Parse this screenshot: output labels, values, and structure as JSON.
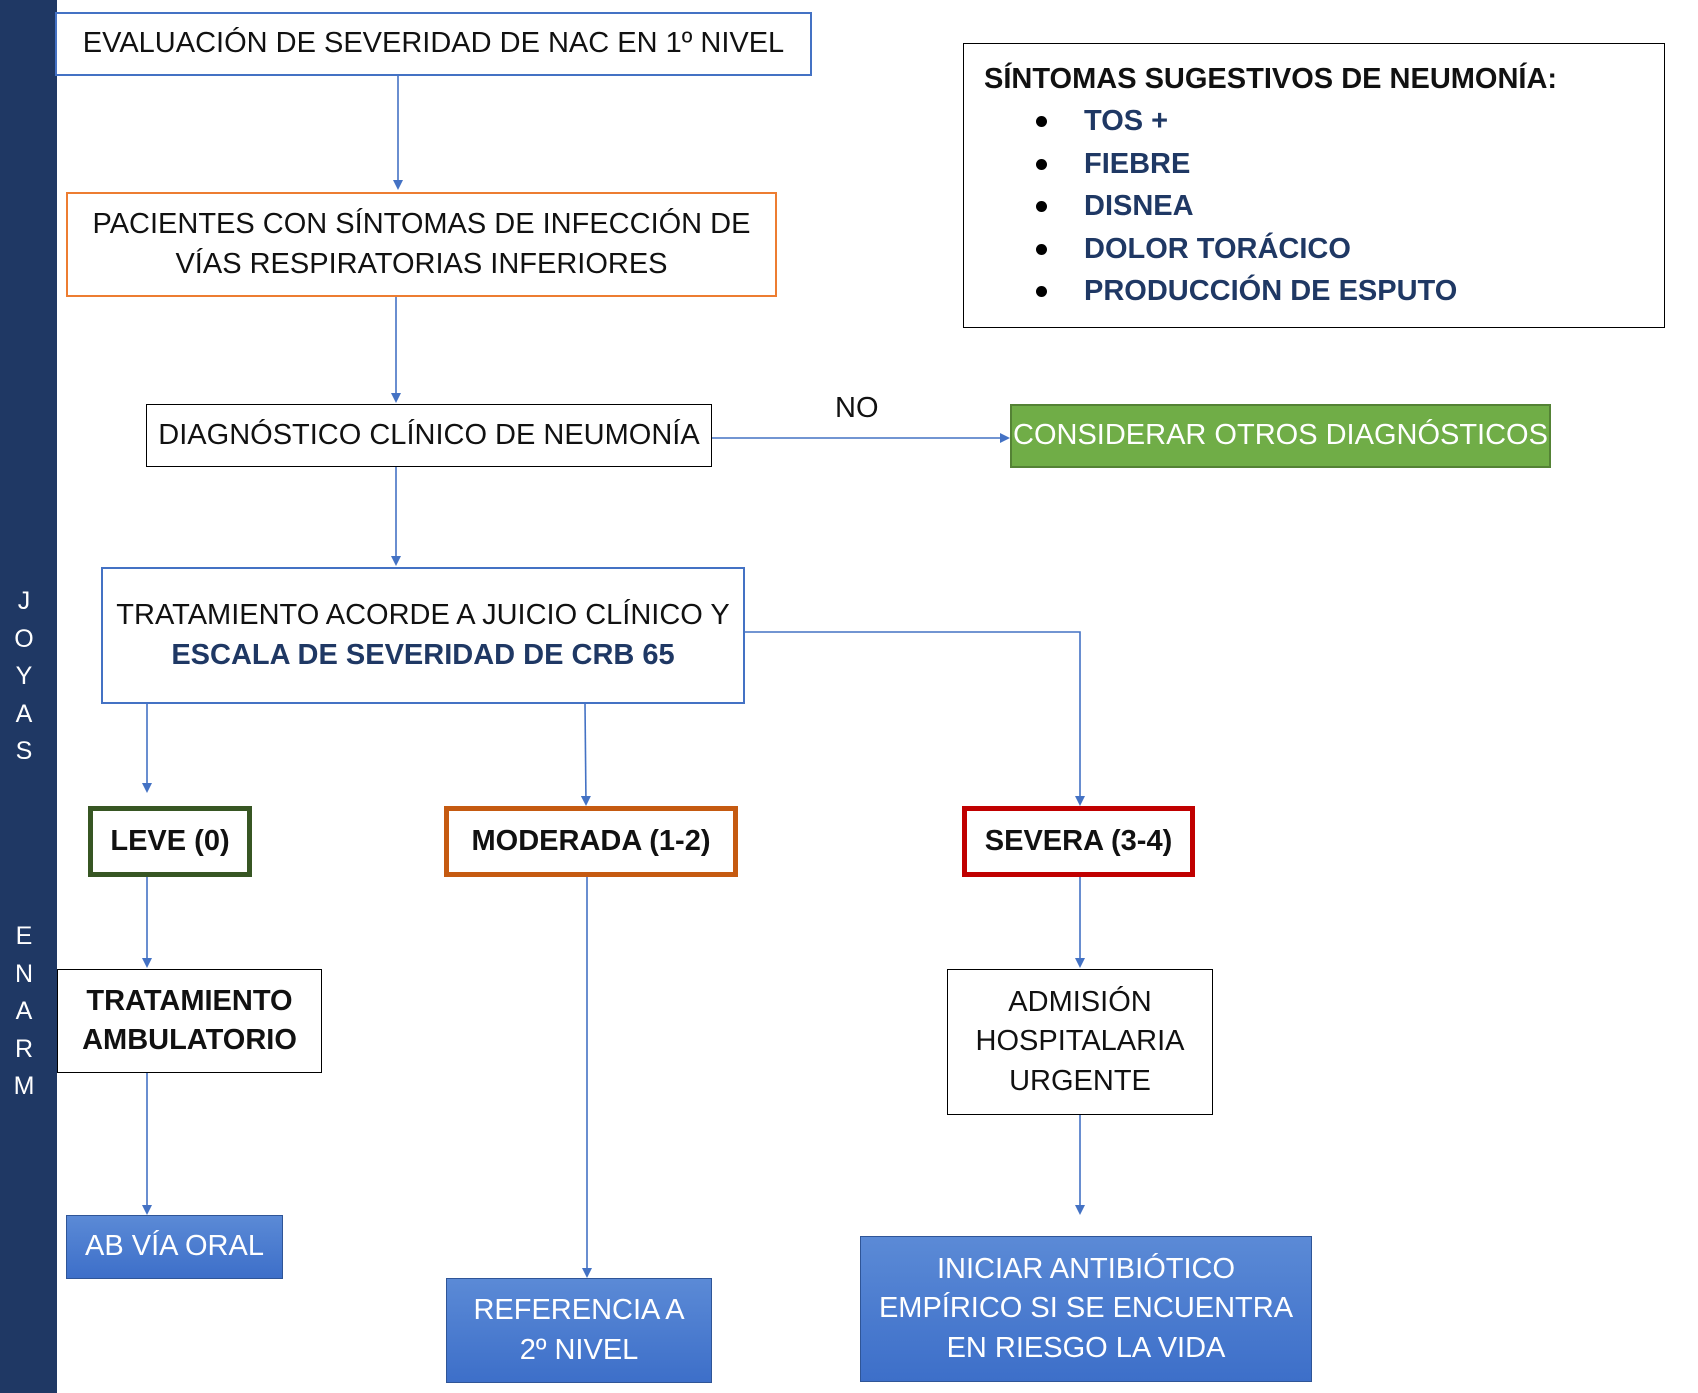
{
  "sidebar": {
    "vertical_text_1": [
      "J",
      "O",
      "Y",
      "A",
      "S"
    ],
    "vertical_text_2": [
      "E",
      "N",
      "A",
      "R",
      "M"
    ]
  },
  "nodes": {
    "evaluation": "EVALUACIÓN DE SEVERIDAD DE NAC EN 1º NIVEL",
    "patients_line1": "PACIENTES CON SÍNTOMAS DE INFECCIÓN DE",
    "patients_line2": "VÍAS RESPIRATORIAS INFERIORES",
    "diagnosis": "DIAGNÓSTICO CLÍNICO DE NEUMONÍA",
    "no_label": "NO",
    "other_diagnoses": "CONSIDERAR OTROS DIAGNÓSTICOS",
    "treatment_line1": "TRATAMIENTO ACORDE A JUICIO CLÍNICO Y",
    "treatment_line2": "ESCALA DE SEVERIDAD DE CRB 65",
    "mild": "LEVE (0)",
    "moderate": "MODERADA (1-2)",
    "severe": "SEVERA (3-4)",
    "ambulatory_line1": "TRATAMIENTO",
    "ambulatory_line2": "AMBULATORIO",
    "oral_ab": "AB VÍA ORAL",
    "referral_line1": "REFERENCIA A",
    "referral_line2": "2º NIVEL",
    "admission_line1": "ADMISIÓN",
    "admission_line2": "HOSPITALARIA",
    "admission_line3": "URGENTE",
    "empiric_line1": "INICIAR ANTIBIÓTICO",
    "empiric_line2": "EMPÍRICO SI SE ENCUENTRA",
    "empiric_line3": "EN RIESGO LA VIDA"
  },
  "symptoms": {
    "title": "SÍNTOMAS SUGESTIVOS DE NEUMONÍA:",
    "items": [
      "TOS +",
      "FIEBRE",
      "DISNEA",
      "DOLOR TORÁCICO",
      "PRODUCCIÓN DE ESPUTO"
    ]
  },
  "colors": {
    "sidebar": "#1f3864",
    "connector": "#4472c4",
    "orange_border": "#ed7d31",
    "green_fill": "#70ad47",
    "blue_fill": "#4472c4",
    "mild_border": "#375623",
    "moderate_border": "#c55a11",
    "severe_border": "#c00000"
  }
}
